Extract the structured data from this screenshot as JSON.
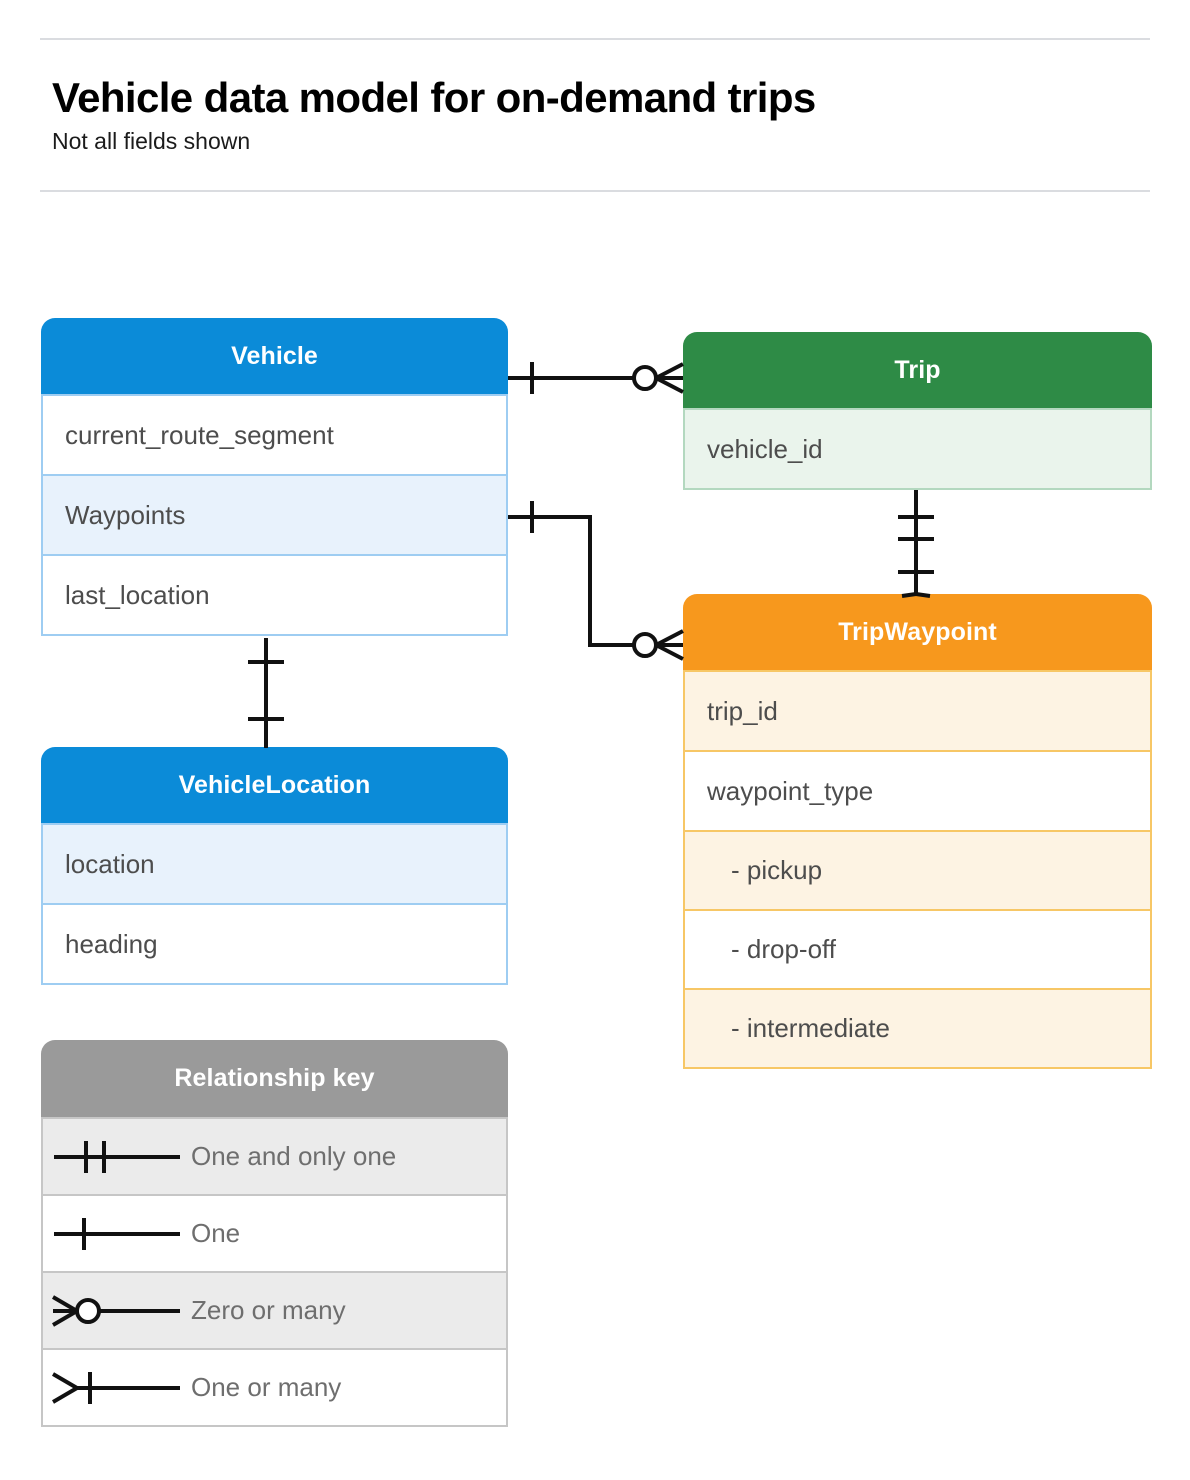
{
  "header": {
    "title": "Vehicle data model for on-demand trips",
    "subtitle": "Not all fields shown"
  },
  "colors": {
    "blue": "#0b8bd8",
    "blue_row_alt": "#e8f2fc",
    "blue_border": "#9ecdf2",
    "green": "#2e8b46",
    "green_row_alt": "#eaf4ec",
    "green_border": "#b3d8bf",
    "orange": "#f7981d",
    "orange_row_alt": "#fdf3e3",
    "orange_border": "#f7c766",
    "gray": "#9a9a9a",
    "gray_row_alt": "#ebebeb",
    "text": "#4d4d4d",
    "line": "#111111"
  },
  "entities": {
    "vehicle": {
      "name": "Vehicle",
      "fields": [
        "current_route_segment",
        "Waypoints",
        "last_location"
      ]
    },
    "vehicle_location": {
      "name": "VehicleLocation",
      "fields": [
        "location",
        "heading"
      ]
    },
    "trip": {
      "name": "Trip",
      "fields": [
        "vehicle_id"
      ]
    },
    "trip_waypoint": {
      "name": "TripWaypoint",
      "fields": [
        "trip_id",
        "waypoint_type",
        "- pickup",
        "- drop-off",
        "- intermediate"
      ]
    }
  },
  "legend": {
    "title": "Relationship key",
    "rows": [
      {
        "symbol": "one-and-only-one",
        "label": "One and only one"
      },
      {
        "symbol": "one",
        "label": "One"
      },
      {
        "symbol": "zero-or-many",
        "label": "Zero or many"
      },
      {
        "symbol": "one-or-many",
        "label": "One or many"
      }
    ]
  },
  "relationships": [
    {
      "from": "Vehicle",
      "to": "Trip",
      "from_card": "one",
      "to_card": "zero-or-many"
    },
    {
      "from": "Vehicle.Waypoints",
      "to": "TripWaypoint",
      "from_card": "one",
      "to_card": "zero-or-many"
    },
    {
      "from": "Vehicle",
      "to": "VehicleLocation",
      "from_card": "one",
      "to_card": "one"
    },
    {
      "from": "Trip",
      "to": "TripWaypoint",
      "from_card": "one-and-only-one",
      "to_card": "one-or-many"
    }
  ]
}
